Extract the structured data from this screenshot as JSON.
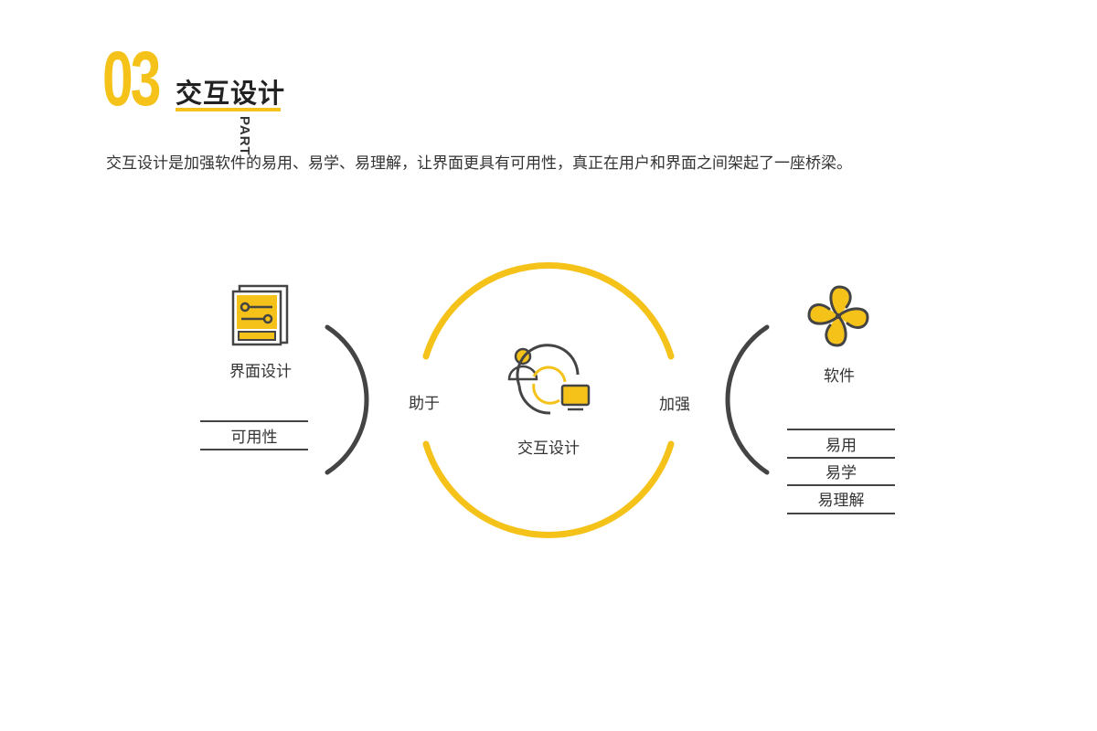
{
  "header": {
    "part_number": "03",
    "part_label": "PART",
    "title": "交互设计"
  },
  "description": "交互设计是加强软件的易用、易学、易理解，让界面更具有可用性，真正在用户和界面之间架起了一座桥梁。",
  "diagram": {
    "left": {
      "title": "界面设计",
      "items": [
        "可用性"
      ],
      "icon": "interface-panel-icon"
    },
    "center": {
      "title": "交互设计",
      "icon": "user-computer-interaction-icon"
    },
    "right": {
      "title": "软件",
      "items": [
        "易用",
        "易学",
        "易理解"
      ],
      "icon": "pinwheel-software-icon"
    },
    "connector_left": "助于",
    "connector_right": "加强"
  },
  "colors": {
    "accent": "#f5c21a",
    "dark": "#444444",
    "text": "#333333"
  }
}
